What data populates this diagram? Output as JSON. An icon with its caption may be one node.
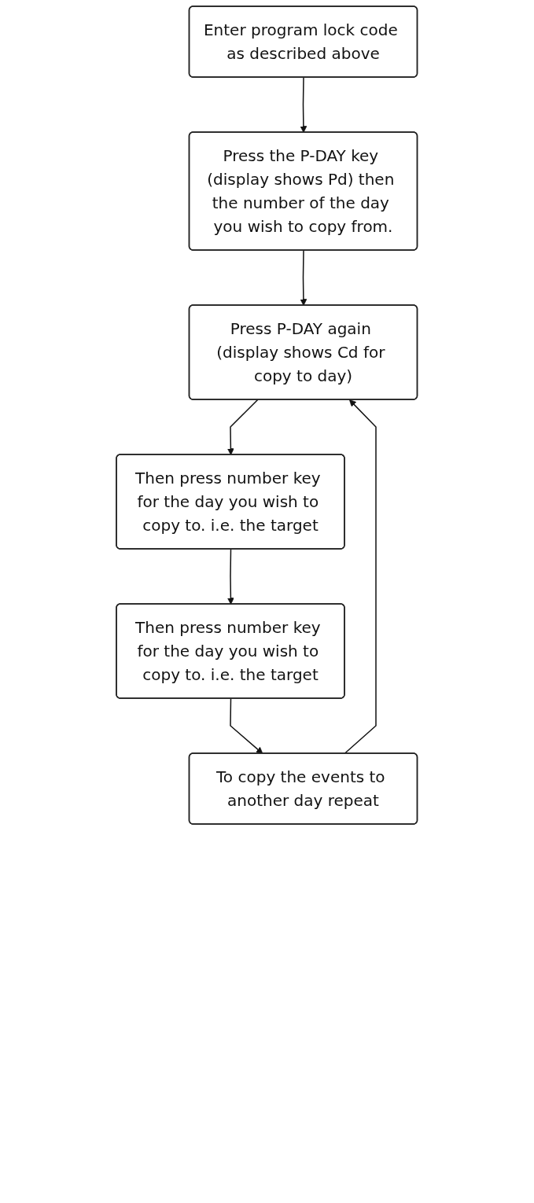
{
  "diagram": {
    "nodes": [
      {
        "text": [
          "Enter program lock code as described above"
        ]
      },
      {
        "text": [
          "Press the P-DAY key (display shows Pd) then the number of the day you wish to copy from."
        ]
      },
      {
        "text": [
          "Press P-DAY again (display shows Cd for copy to day)"
        ]
      },
      {
        "text": [
          "Then press number key for the day you wish to copy to. i.e. the target"
        ]
      },
      {
        "text": [
          "Then press number key for the day you wish to copy to. i.e. the target"
        ]
      },
      {
        "text": [
          "To copy the events to another day repeat"
        ]
      }
    ],
    "edges": [
      {
        "from": 0,
        "to": 1,
        "arrow": "to"
      },
      {
        "from": 1,
        "to": 2,
        "arrow": "to"
      },
      {
        "from": 2,
        "to": 3,
        "arrow": "to"
      },
      {
        "from": 3,
        "to": 4,
        "arrow": "to"
      },
      {
        "from": 4,
        "to": 5,
        "arrow": "to"
      },
      {
        "from": 5,
        "to": 2,
        "arrow": "to"
      }
    ]
  }
}
